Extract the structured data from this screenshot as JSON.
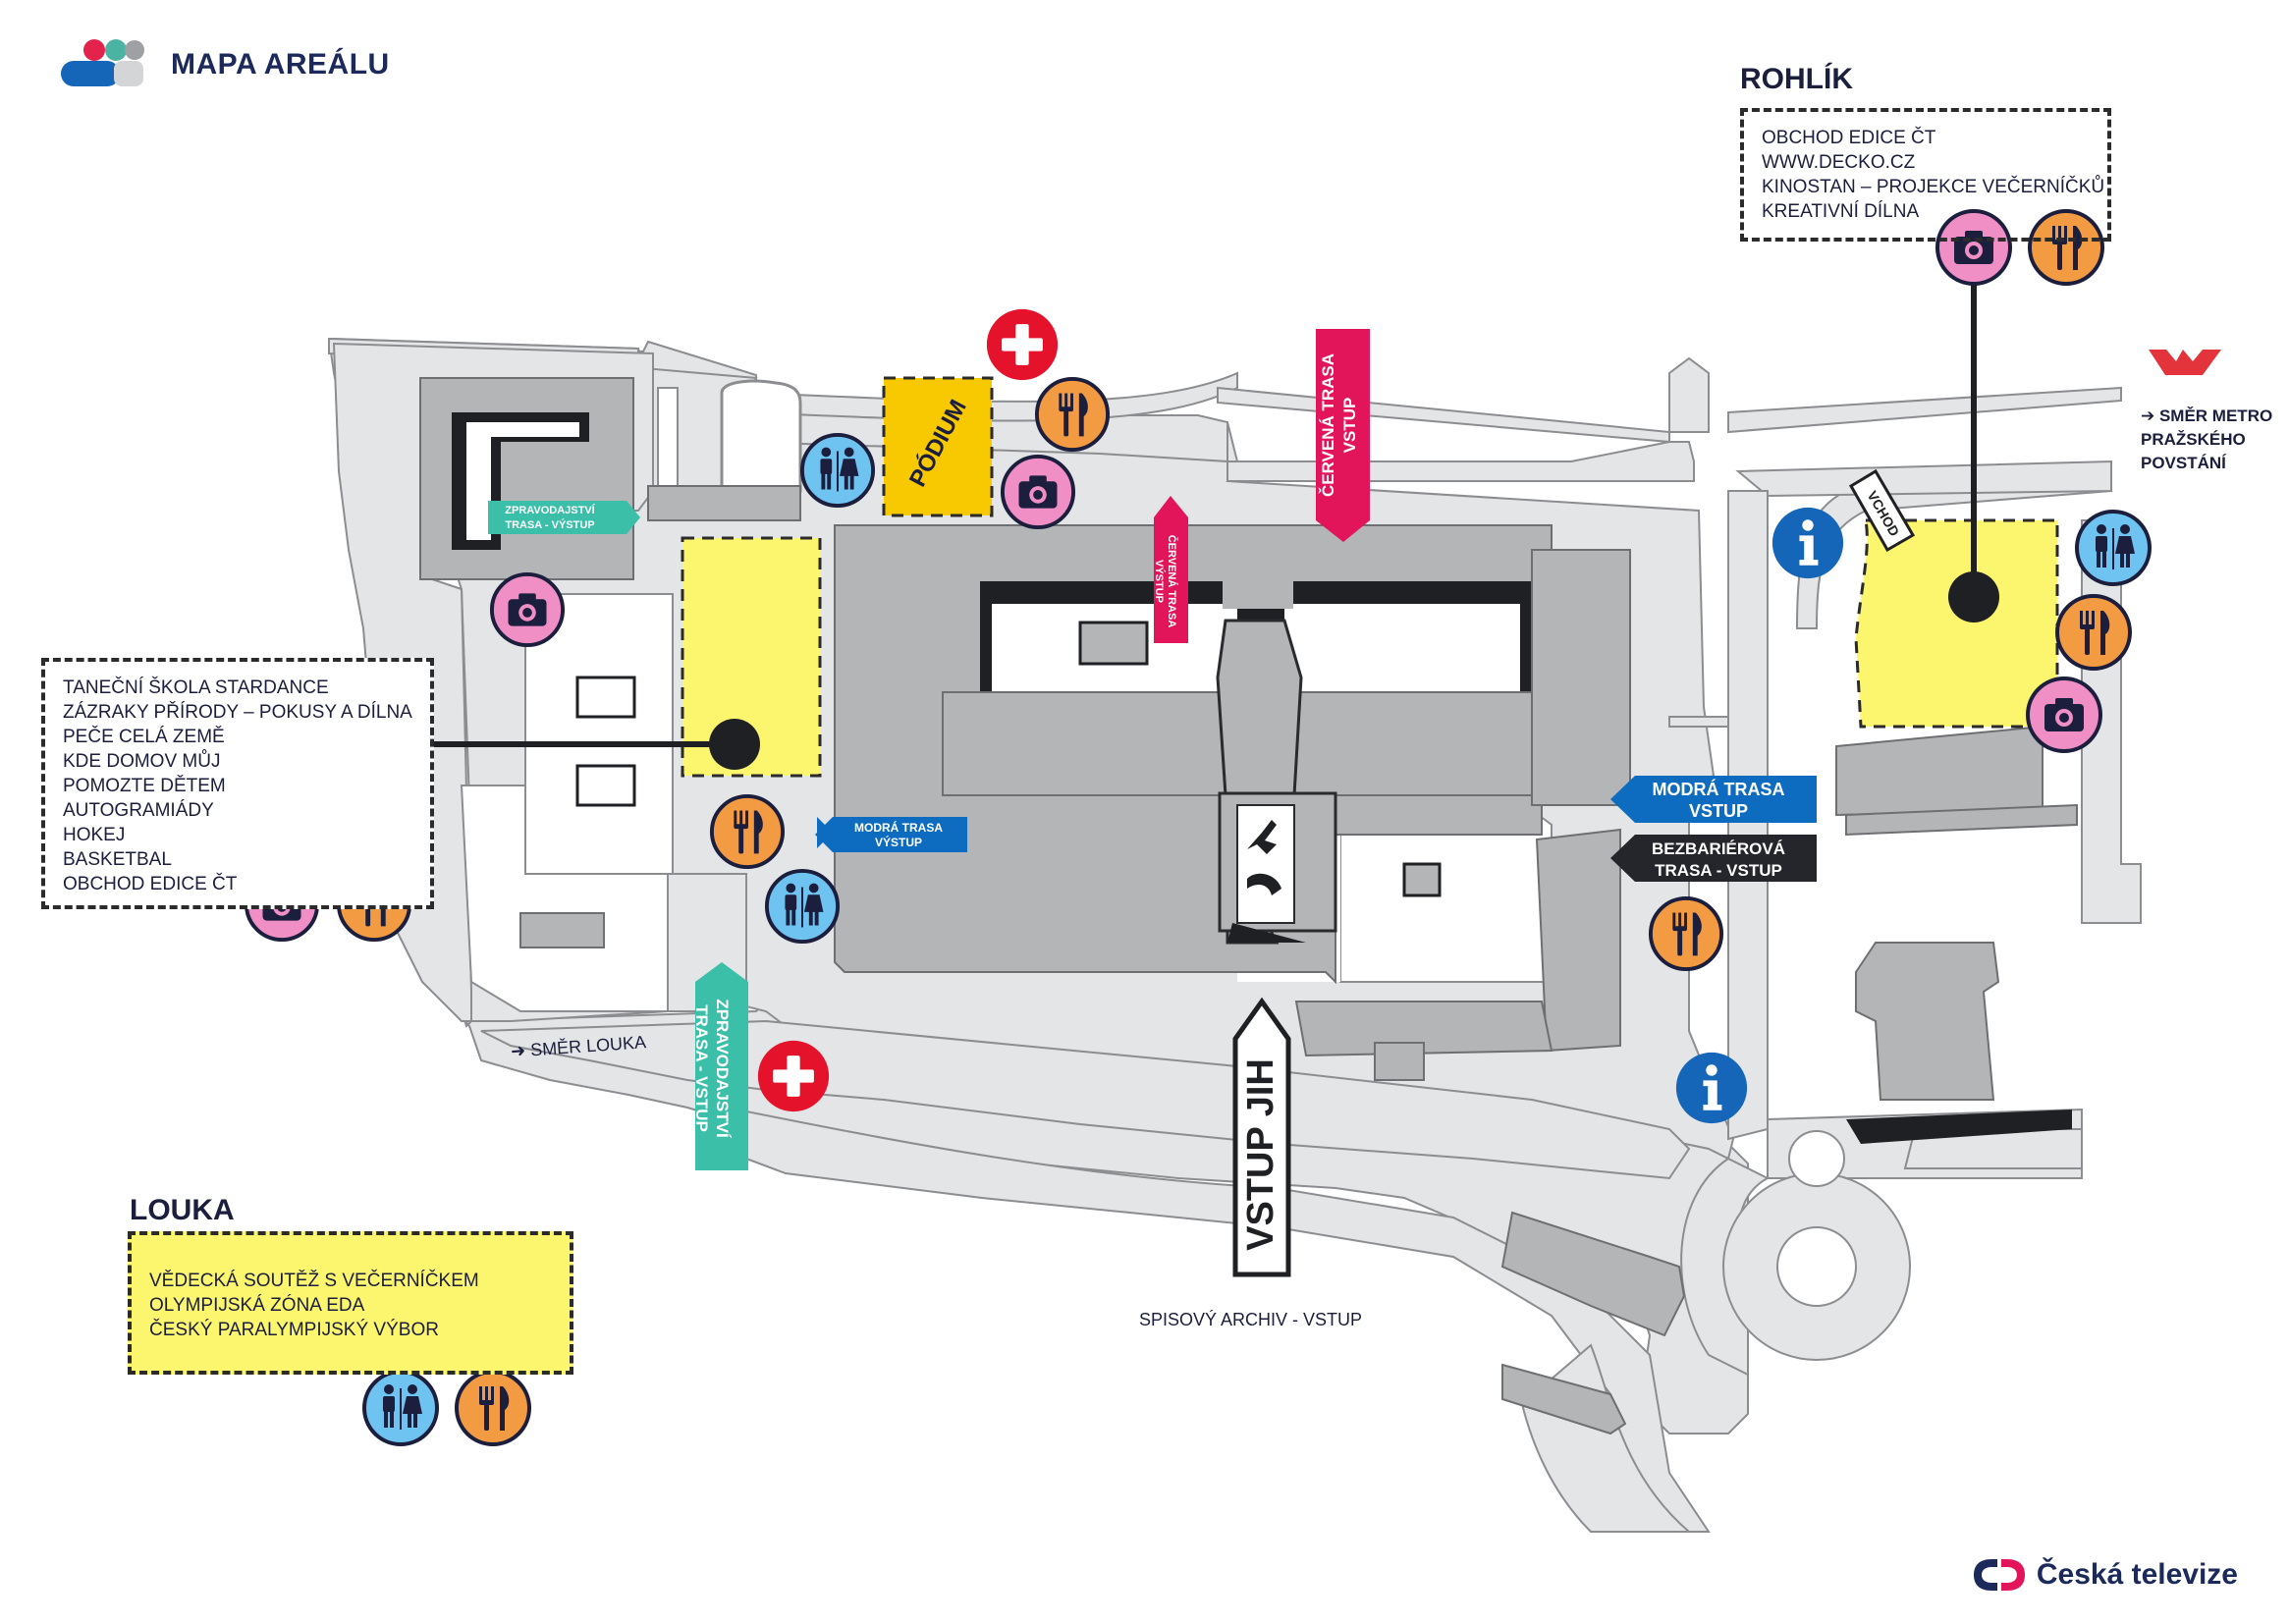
{
  "header": {
    "title": "MAPA AREÁLU"
  },
  "zones": {
    "rohlik": {
      "title": "ROHLÍK",
      "items": [
        "OBCHOD EDICE ČT",
        "WWW.DECKO.CZ",
        "KINOSTAN – PROJEKCE VEČERNÍČKŮ",
        "KREATIVNÍ DÍLNA"
      ]
    },
    "west": {
      "items": [
        "TANEČNÍ ŠKOLA STARDANCE",
        "ZÁZRAKY PŘÍRODY – POKUSY A DÍLNA",
        "PEČE CELÁ ZEMĚ",
        "KDE DOMOV MŮJ",
        "POMOZTE DĚTEM",
        "AUTOGRAMIÁDY",
        "HOKEJ",
        "BASKETBAL",
        "OBCHOD EDICE ČT"
      ]
    },
    "louka": {
      "title": "LOUKA",
      "items": [
        "VĚDECKÁ SOUTĚŽ S VEČERNÍČKEM",
        "OLYMPIJSKÁ ZÓNA EDA",
        "ČESKÝ PARALYMPIJSKÝ VÝBOR"
      ]
    }
  },
  "routes": {
    "zprav_vystup_l1": "ZPRAVODAJSTVÍ",
    "zprav_vystup_l2": "TRASA - VÝSTUP",
    "zprav_vstup_l1": "ZPRAVODAJSTVÍ",
    "zprav_vstup_l2": "TRASA - VSTUP",
    "cervena_vstup_l1": "ČERVENÁ TRASA",
    "cervena_vstup_l2": "VSTUP",
    "cervena_vystup_l1": "ČERVENÁ TRASA",
    "cervena_vystup_l2": "VÝSTUP",
    "modra_vystup_l1": "MODRÁ TRASA",
    "modra_vystup_l2": "VÝSTUP",
    "modra_vstup_l1": "MODRÁ TRASA",
    "modra_vstup_l2": "VSTUP",
    "bezbar_l1": "BEZBARIÉROVÁ",
    "bezbar_l2": "TRASA - VSTUP"
  },
  "places": {
    "podium": "PÓDIUM",
    "vstup_jih": "VSTUP JIH",
    "vchod": "VCHOD",
    "smer_louka": "SMĚR LOUKA",
    "spisovy_archiv": "SPISOVÝ ARCHIV - VSTUP",
    "metro_l1": "SMĚR METRO",
    "metro_l2": "PRAŽSKÉHO",
    "metro_l3": "POVSTÁNÍ"
  },
  "icons": [
    "camera-icon",
    "food-icon",
    "toilet-icon",
    "first-aid-icon",
    "info-icon",
    "metro-icon"
  ],
  "brand": {
    "name": "Česká televize"
  },
  "colors": {
    "zone_yellow": "#fcf66e",
    "podium_yellow": "#f9c900",
    "building_gray": "#b4b5b7",
    "area_gray": "#e4e5e7",
    "green_route": "#3bbfa8",
    "red_route": "#e2145a",
    "blue_route": "#0d6cc0",
    "dark_route": "#25262b",
    "camera_pink": "#ef8fc5",
    "food_orange": "#f39b42",
    "toilet_blue": "#6fc3f0",
    "info_blue": "#1565b8",
    "firstaid_red": "#e4122b"
  }
}
